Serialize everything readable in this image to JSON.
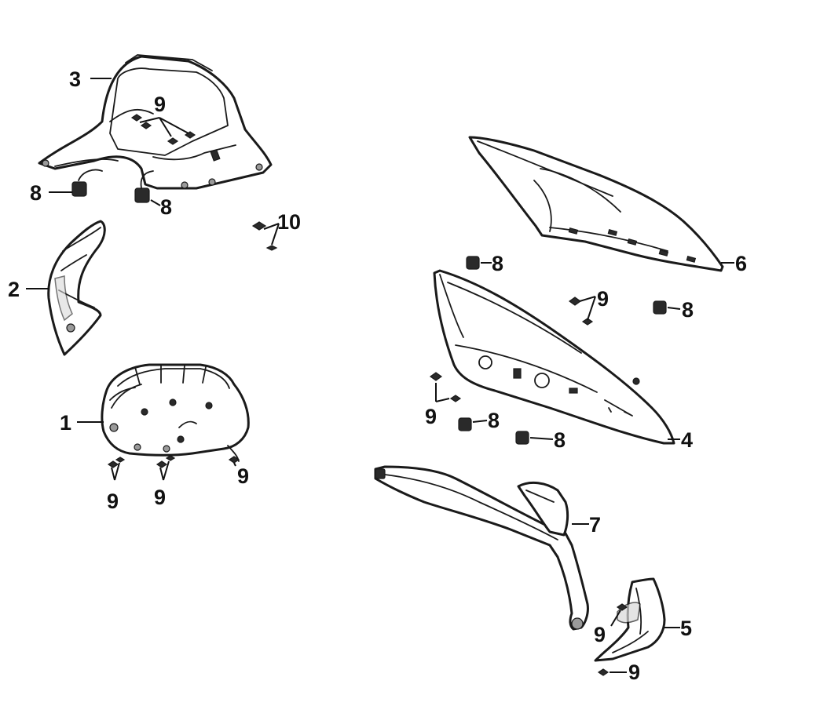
{
  "colors": {
    "line": "#1a1a1a",
    "background": "#ffffff",
    "shade": "#d9d9d9"
  },
  "callouts": {
    "p1": "1",
    "p2": "2",
    "p3": "3",
    "p4": "4",
    "p5": "5",
    "p6": "6",
    "p7": "7",
    "p3_clip_9": "9",
    "p3_nut_8a": "8",
    "p3_nut_8b": "8",
    "p10": "10",
    "p1_clip_9a": "9",
    "p1_clip_9b": "9",
    "p1_clip_9c": "9",
    "p6_nut_8": "8",
    "p4_clip_9a": "9",
    "p4_nut_8a": "8",
    "p4_clip_9b": "9",
    "p4_nut_8b": "8",
    "p4_nut_8c": "8",
    "p5_clip_9a": "9",
    "p5_clip_9b": "9"
  }
}
